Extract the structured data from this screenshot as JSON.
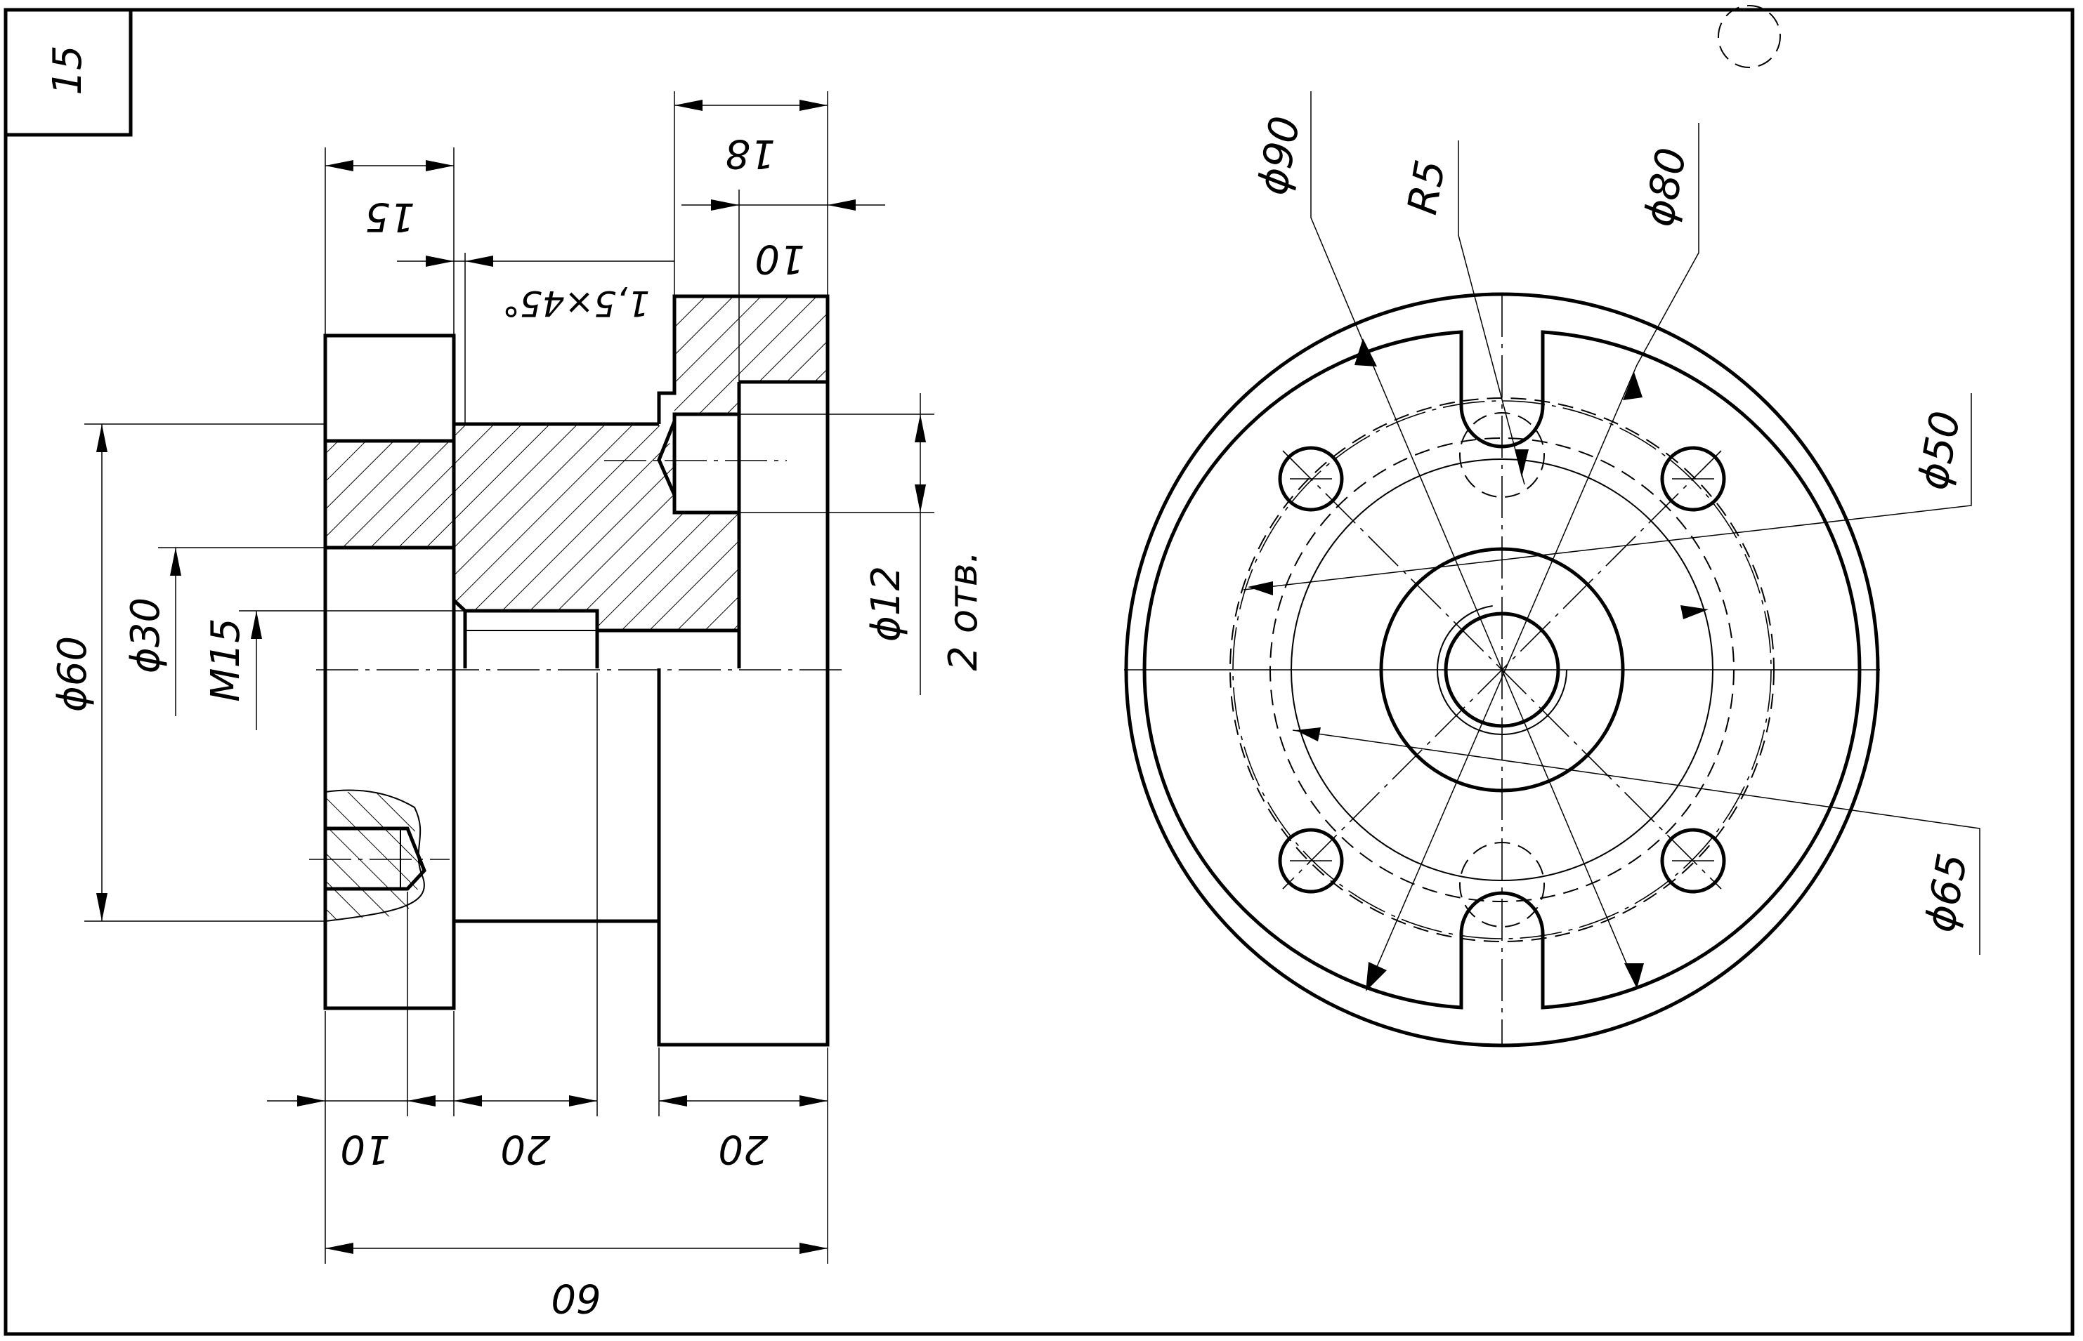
{
  "sheet": {
    "number": "15"
  },
  "colors": {
    "ink": "#000000",
    "paper": "#ffffff"
  },
  "front_view": {
    "dimensions": {
      "top_15": "15",
      "top_18": "18",
      "top_10": "10",
      "chamfer": "1,5×45°",
      "dia_60": "ϕ60",
      "dia_30": "ϕ30",
      "thread_m15": "M15",
      "dia_12": "ϕ12",
      "holes_count": "2 отв.",
      "bottom_10": "10",
      "bottom_20a": "20",
      "bottom_20b": "20",
      "overall_60": "60"
    }
  },
  "end_view": {
    "dimensions": {
      "dia_90": "ϕ90",
      "radius_5": "R5",
      "dia_80": "ϕ80",
      "dia_50": "ϕ50",
      "dia_65": "ϕ65"
    }
  }
}
